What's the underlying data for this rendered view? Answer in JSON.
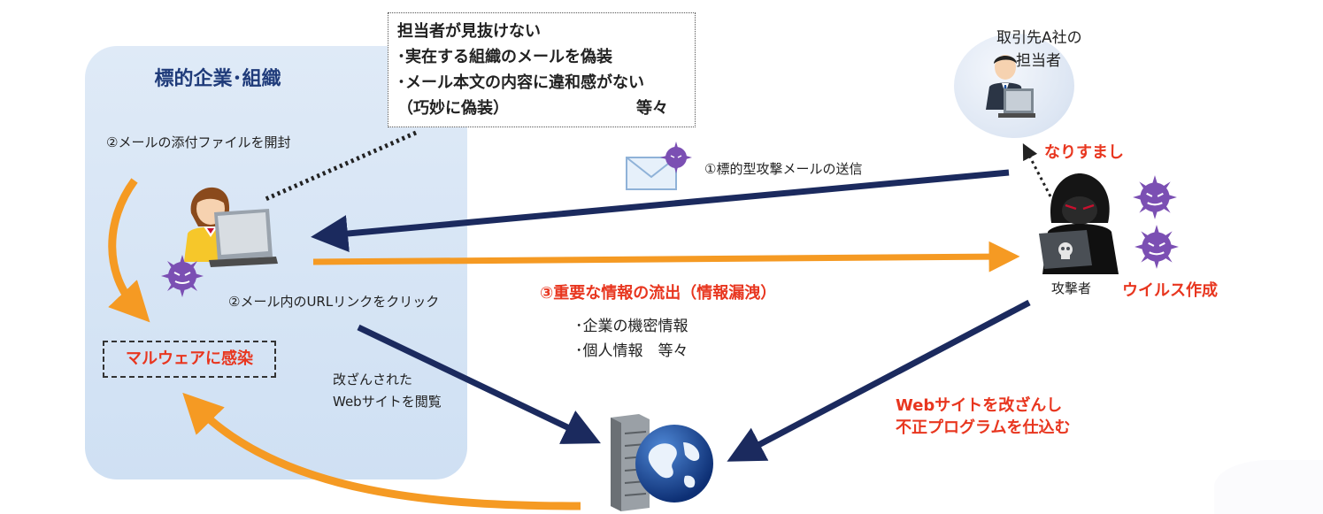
{
  "org": {
    "title": "標的企業･組織"
  },
  "note": {
    "line1": "担当者が見抜けない",
    "line2": "･実在する組織のメールを偽装",
    "line3": "･メール本文の内容に違和感がない",
    "line4": "（巧妙に偽装）",
    "line4_suffix": "等々"
  },
  "steps": {
    "open_attachment": "②メールの添付ファイルを開封",
    "click_url": "②メール内のURLリンクをクリック",
    "send_mail": "①標的型攻撃メールの送信",
    "leak": "③重要な情報の流出（情報漏洩）",
    "leak_item1": "･企業の機密情報",
    "leak_item2": "･個人情報　等々",
    "browse_line1": "改ざんされた",
    "browse_line2": "Webサイトを閲覧"
  },
  "malware_label": "マルウェアに感染",
  "partner": {
    "line1": "取引先A社の",
    "line2": "担当者"
  },
  "impersonation": "なりすまし",
  "attacker": {
    "label": "攻撃者",
    "virus_label": "ウイルス作成"
  },
  "tamper": {
    "line1": "Webサイトを改ざんし",
    "line2": "不正プログラムを仕込む"
  },
  "colors": {
    "navy": "#1b2a5e",
    "orange": "#f59a23",
    "red": "#e8361f",
    "title": "#1f3b7a",
    "virus": "#7b4fb3"
  },
  "icons": [
    "office-worker-icon",
    "laptop-icon",
    "virus-icon",
    "mail-envelope-icon",
    "business-man-icon",
    "hacker-icon",
    "server-icon",
    "globe-icon"
  ]
}
